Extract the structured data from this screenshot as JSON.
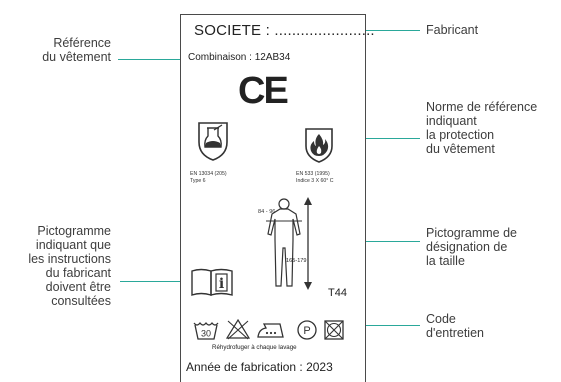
{
  "label": {
    "company": "SOCIETE : .......................",
    "combination": "Combinaison : 12AB34",
    "ce_mark": "CE",
    "standard_left": {
      "line1": "EN 13034 (205)",
      "line2": "Type 6"
    },
    "standard_right": {
      "line1": "EN 533 (1995)",
      "line2": "Indice 3 X 60° C"
    },
    "chest_size": "84 - 96",
    "height_size": "165-179",
    "size_code": "T44",
    "care_note": "Réhydrofuger à chaque lavage",
    "wash_temp": "30",
    "dryclean_letter": "P",
    "year": "Année de fabrication : 2023"
  },
  "callouts": {
    "reference": [
      "Référence",
      "du vêtement"
    ],
    "manufacturer": [
      "Fabricant"
    ],
    "norm": [
      "Norme de référence",
      "indiquant",
      "la protection",
      "du vêtement"
    ],
    "instructions": [
      "Pictogramme",
      "indiquant que",
      "les instructions",
      "du fabricant",
      "doivent être",
      "consultées"
    ],
    "size_pictogram": [
      "Pictogramme de",
      "désignation de",
      "la taille"
    ],
    "care_code": [
      "Code",
      "d'entretien"
    ]
  },
  "colors": {
    "leader": "#2aa89a",
    "text": "#3d3d3d",
    "label_border": "#4a4a4a"
  },
  "icons": [
    "chemical-protection-icon",
    "flame-protection-icon",
    "manual-info-icon",
    "body-size-icon",
    "washtub-icon",
    "no-bleach-icon",
    "iron-icon",
    "dryclean-icon",
    "no-tumble-dry-icon"
  ]
}
